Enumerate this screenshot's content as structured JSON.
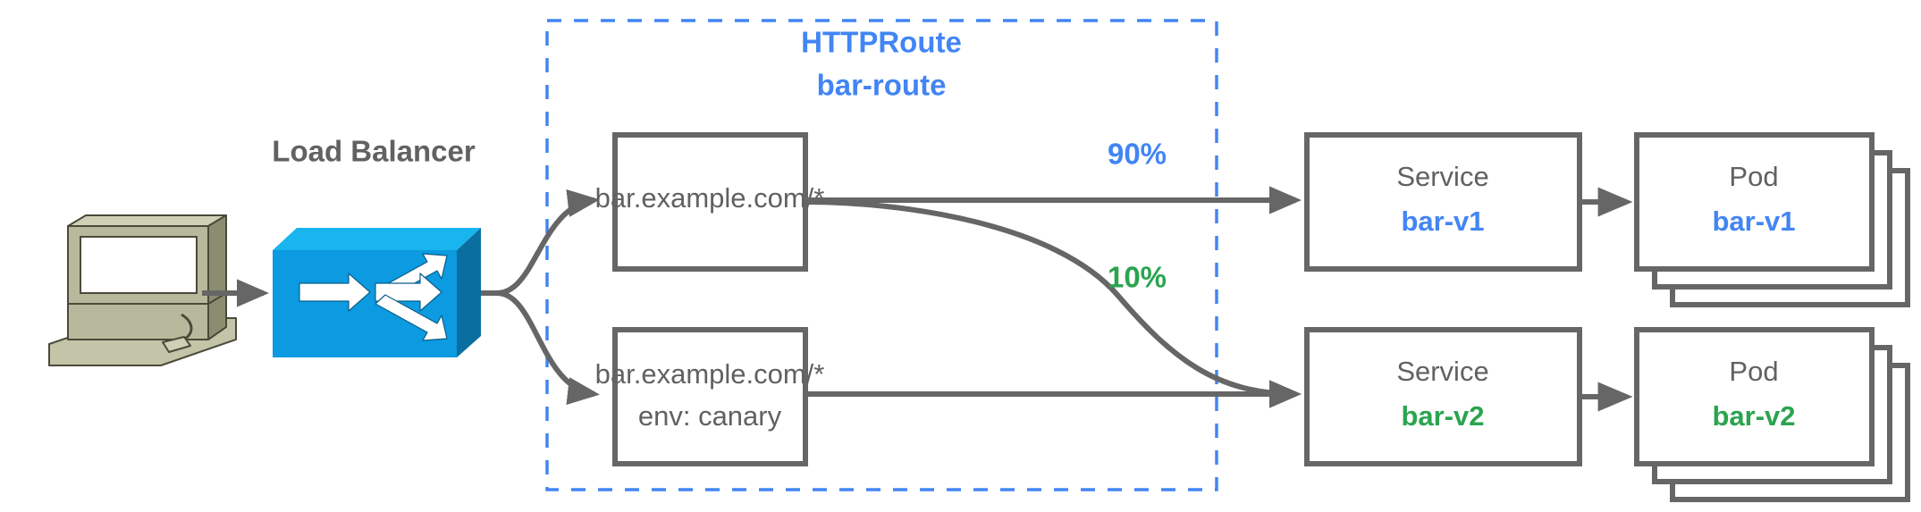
{
  "colors": {
    "blue": "#4285f4",
    "green": "#2aa44f",
    "gray_text": "#616161",
    "gray_stroke": "#666666",
    "lb_blue": "#0c9ae0",
    "lb_blue_dark": "#0a6fa0",
    "lb_blue_light": "#19b5ef",
    "pc_body": "#a8a98a",
    "pc_light": "#c3c4a8",
    "pc_dark": "#8c8d70",
    "background": "#ffffff"
  },
  "client": {
    "icon": "workstation-icon"
  },
  "load_balancer": {
    "label": "Load Balancer",
    "icon": "load-balancer-switch-icon"
  },
  "httproute": {
    "kind_label": "HTTPRoute",
    "name_label": "bar-route",
    "rules": [
      {
        "id": "rule-primary",
        "line1": "bar.example.com/*",
        "line2": ""
      },
      {
        "id": "rule-canary",
        "line1": "bar.example.com/*",
        "line2": "env: canary"
      }
    ],
    "weights": [
      {
        "id": "weight-90",
        "label": "90%",
        "color": "#4285f4"
      },
      {
        "id": "weight-10",
        "label": "10%",
        "color": "#2aa44f"
      }
    ]
  },
  "backends": [
    {
      "id": "backend-v1",
      "service_kind": "Service",
      "service_name": "bar-v1",
      "pod_kind": "Pod",
      "pod_name": "bar-v1",
      "accent": "#4285f4",
      "pod_replicas": 3
    },
    {
      "id": "backend-v2",
      "service_kind": "Service",
      "service_name": "bar-v2",
      "pod_kind": "Pod",
      "pod_name": "bar-v2",
      "accent": "#2aa44f",
      "pod_replicas": 3
    }
  ]
}
